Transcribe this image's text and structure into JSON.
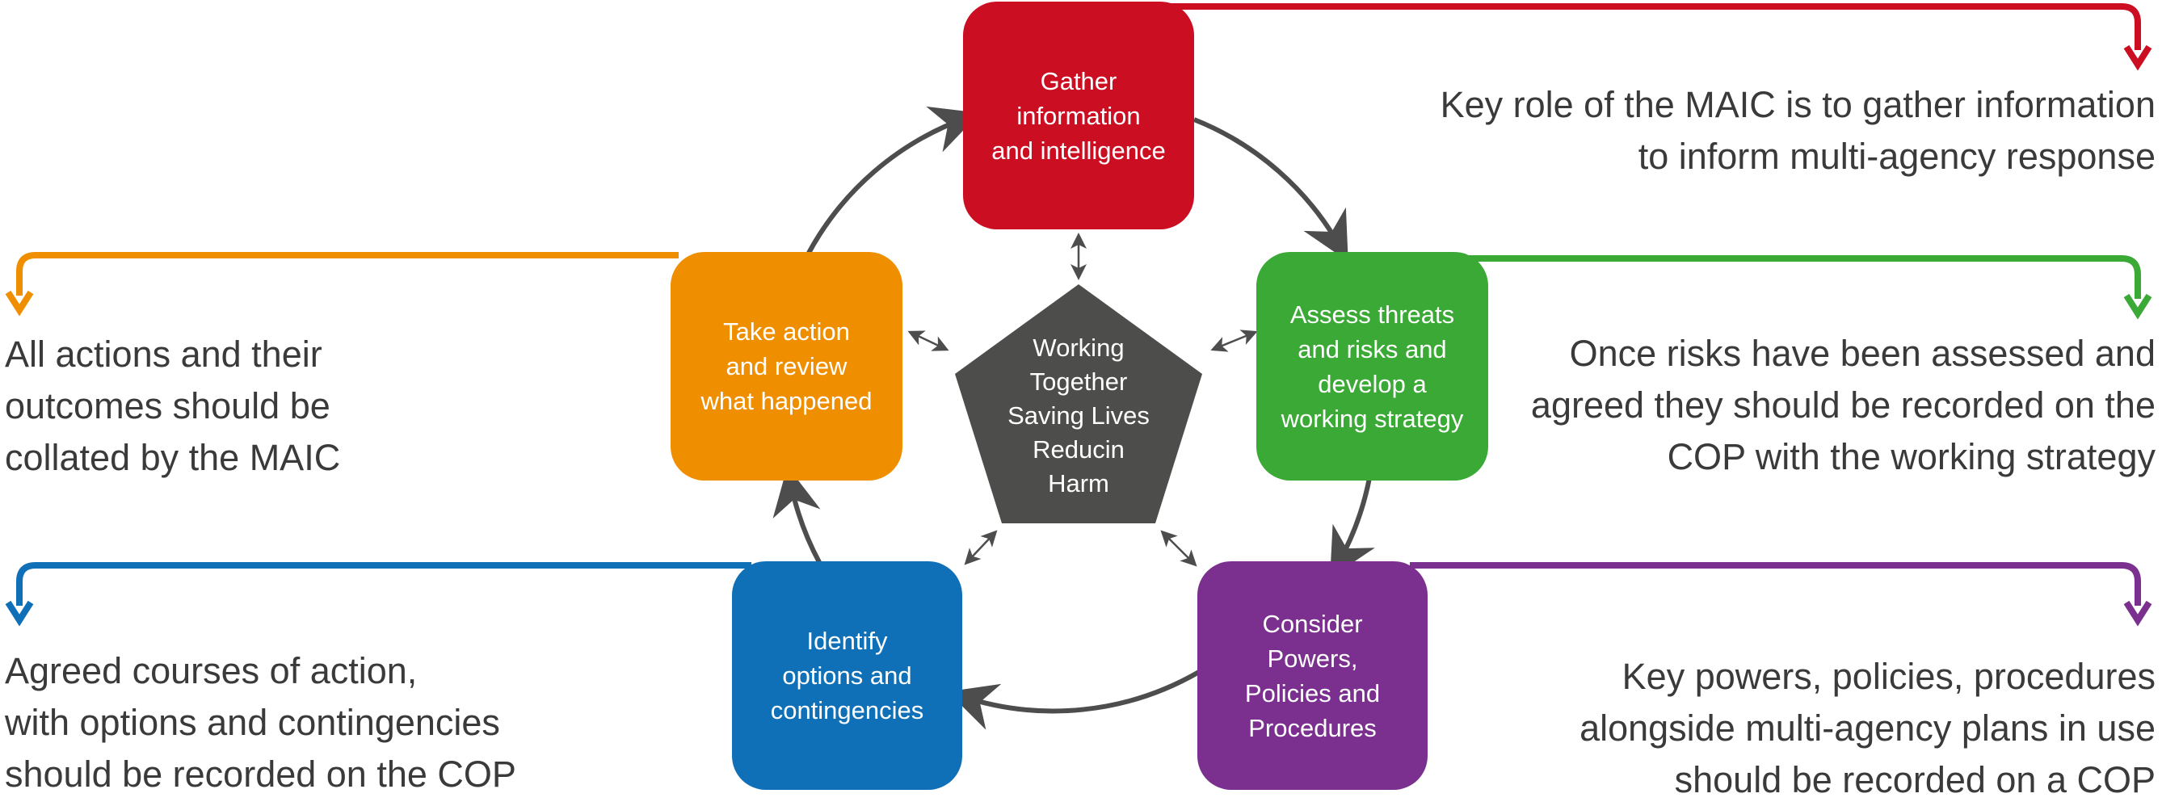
{
  "colors": {
    "gather": "#cc0e22",
    "assess": "#3aa935",
    "consider": "#7b2f8e",
    "identify": "#0f70b7",
    "take": "#ef8f00",
    "center": "#4d4d4b",
    "cycle": "#4d4d4d",
    "text": "#3a3a3a"
  },
  "center": {
    "text": "Working\nTogether\nSaving Lives\nReducin\nHarm"
  },
  "steps": {
    "gather": "Gather\ninformation\nand intelligence",
    "assess": "Assess threats\nand risks and\ndevelop a\nworking strategy",
    "consider": "Consider\nPowers,\nPolicies and\nProcedures",
    "identify": "Identify\noptions and\ncontingencies",
    "take": "Take action\nand review\nwhat happened"
  },
  "notes": {
    "gather": "Key role of the MAIC is to gather information\nto inform multi-agency response",
    "assess": "Once risks have been assessed and\nagreed they should be recorded on the\nCOP with the working strategy",
    "consider": "Key powers, policies, procedures\nalongside multi-agency plans in use\nshould be recorded on a COP",
    "identify": "Agreed courses of action,\nwith options and contingencies\nshould be recorded on the COP",
    "take": "All actions and their\noutcomes should be\ncollated by the MAIC"
  }
}
